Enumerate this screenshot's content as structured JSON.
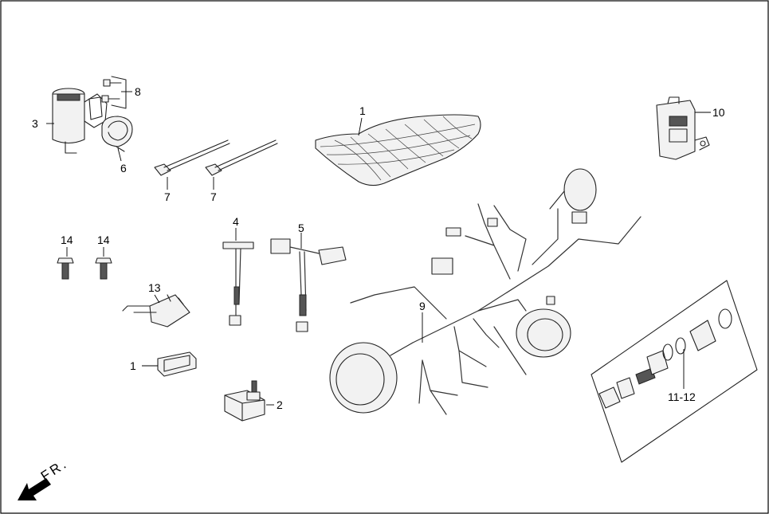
{
  "callouts": {
    "c1_seat": "1",
    "c1_clip": "1",
    "c2": "2",
    "c3": "3",
    "c4": "4",
    "c5": "5",
    "c6": "6",
    "c7a": "7",
    "c7b": "7",
    "c8": "8",
    "c9": "9",
    "c10": "10",
    "c11_12": "11-12",
    "c13": "13",
    "c14a": "14",
    "c14b": "14"
  },
  "direction_label": "FR."
}
